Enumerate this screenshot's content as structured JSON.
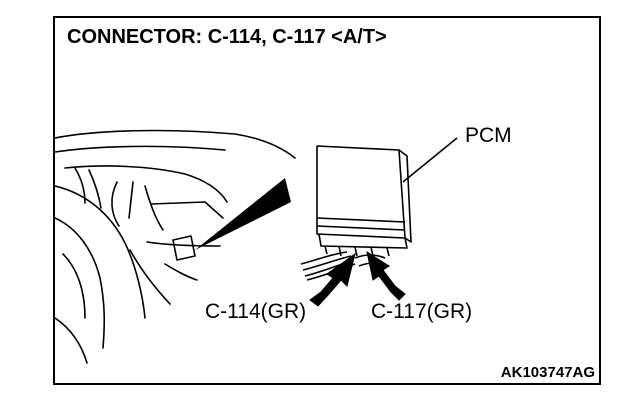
{
  "title": "CONNECTOR: C-114, C-117 <A/T>",
  "labels": {
    "pcm": "PCM",
    "c114": "C-114(GR)",
    "c117": "C-117(GR)"
  },
  "figure_code": "AK103747AG"
}
